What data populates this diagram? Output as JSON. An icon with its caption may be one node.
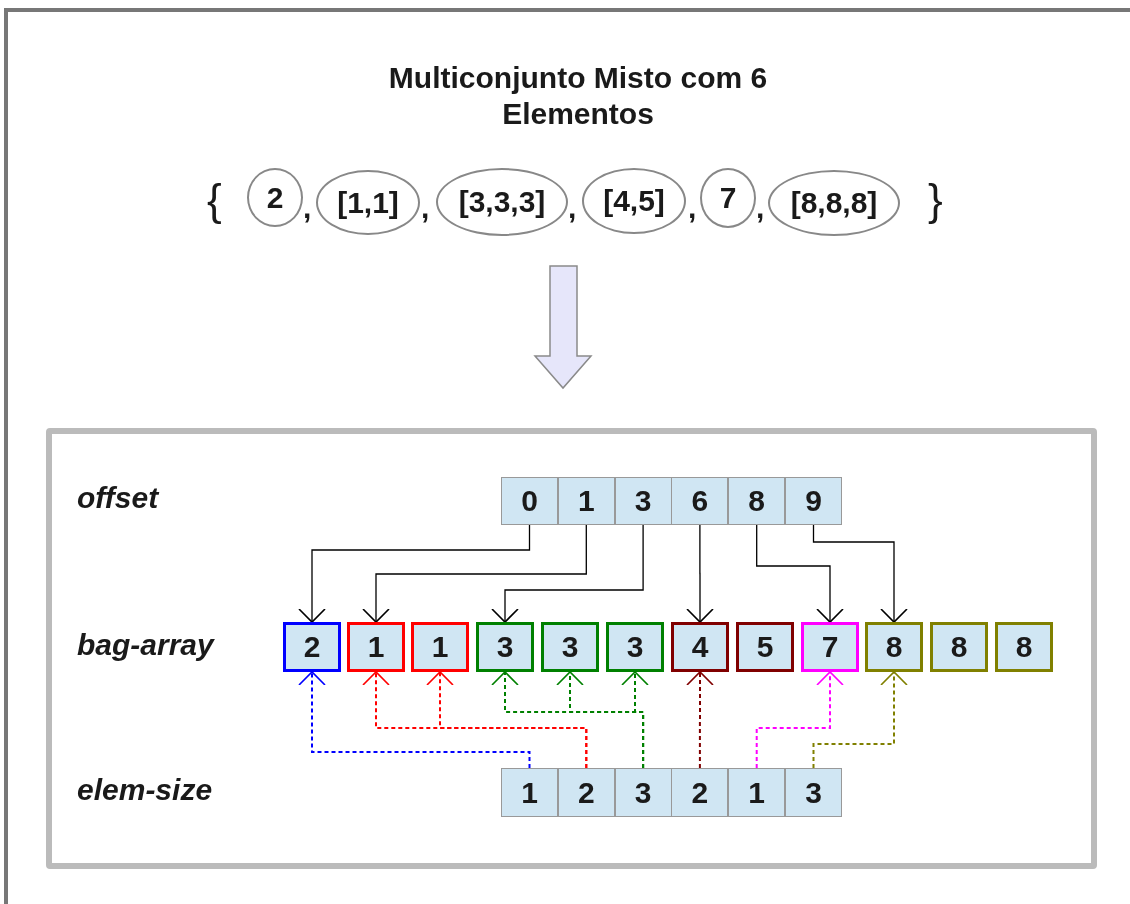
{
  "diagram": {
    "title": "Multiconjunto Misto com 6 Elementos",
    "nodes": [
      {
        "text": [
          "2"
        ]
      },
      {
        "text": [
          "[1,1]"
        ]
      },
      {
        "text": [
          "[3,3,3]"
        ]
      },
      {
        "text": [
          "[4,5]"
        ]
      },
      {
        "text": [
          "7"
        ]
      },
      {
        "text": [
          "[8,8,8]"
        ]
      },
      {
        "text": [
          "0"
        ]
      },
      {
        "text": [
          "1"
        ]
      },
      {
        "text": [
          "3"
        ]
      },
      {
        "text": [
          "6"
        ]
      },
      {
        "text": [
          "8"
        ]
      },
      {
        "text": [
          "9"
        ]
      },
      {
        "text": [
          "2"
        ]
      },
      {
        "text": [
          "1"
        ]
      },
      {
        "text": [
          "1"
        ]
      },
      {
        "text": [
          "3"
        ]
      },
      {
        "text": [
          "3"
        ]
      },
      {
        "text": [
          "3"
        ]
      },
      {
        "text": [
          "4"
        ]
      },
      {
        "text": [
          "5"
        ]
      },
      {
        "text": [
          "7"
        ]
      },
      {
        "text": [
          "8"
        ]
      },
      {
        "text": [
          "8"
        ]
      },
      {
        "text": [
          "8"
        ]
      },
      {
        "text": [
          "1"
        ]
      },
      {
        "text": [
          "2"
        ]
      },
      {
        "text": [
          "3"
        ]
      },
      {
        "text": [
          "2"
        ]
      },
      {
        "text": [
          "1"
        ]
      },
      {
        "text": [
          "3"
        ]
      }
    ],
    "edges": [
      {
        "from": 6,
        "to": 12,
        "arrow": "to"
      },
      {
        "from": 7,
        "to": 13,
        "arrow": "to"
      },
      {
        "from": 8,
        "to": 15,
        "arrow": "to"
      },
      {
        "from": 9,
        "to": 18,
        "arrow": "to"
      },
      {
        "from": 10,
        "to": 20,
        "arrow": "to"
      },
      {
        "from": 11,
        "to": 21,
        "arrow": "to"
      },
      {
        "from": 24,
        "to": 12,
        "arrow": "to",
        "style": "dashed",
        "color": "#0000ff"
      },
      {
        "from": 25,
        "to": 13,
        "arrow": "to",
        "style": "dashed",
        "color": "#ff0000"
      },
      {
        "from": 25,
        "to": 14,
        "arrow": "to",
        "style": "dashed",
        "color": "#ff0000"
      },
      {
        "from": 26,
        "to": 15,
        "arrow": "to",
        "style": "dashed",
        "color": "#008000"
      },
      {
        "from": 26,
        "to": 16,
        "arrow": "to",
        "style": "dashed",
        "color": "#008000"
      },
      {
        "from": 26,
        "to": 17,
        "arrow": "to",
        "style": "dashed",
        "color": "#008000"
      },
      {
        "from": 27,
        "to": 18,
        "arrow": "to",
        "style": "dashed",
        "color": "#800000"
      },
      {
        "from": 28,
        "to": 20,
        "arrow": "to",
        "style": "dashed",
        "color": "#ff00ff"
      },
      {
        "from": 29,
        "to": 21,
        "arrow": "to",
        "style": "dashed",
        "color": "#808000"
      }
    ],
    "labels": [
      "{",
      ",",
      ",",
      ",",
      ",",
      ",",
      "}",
      "offset",
      "bag-array",
      "elem-size"
    ]
  }
}
